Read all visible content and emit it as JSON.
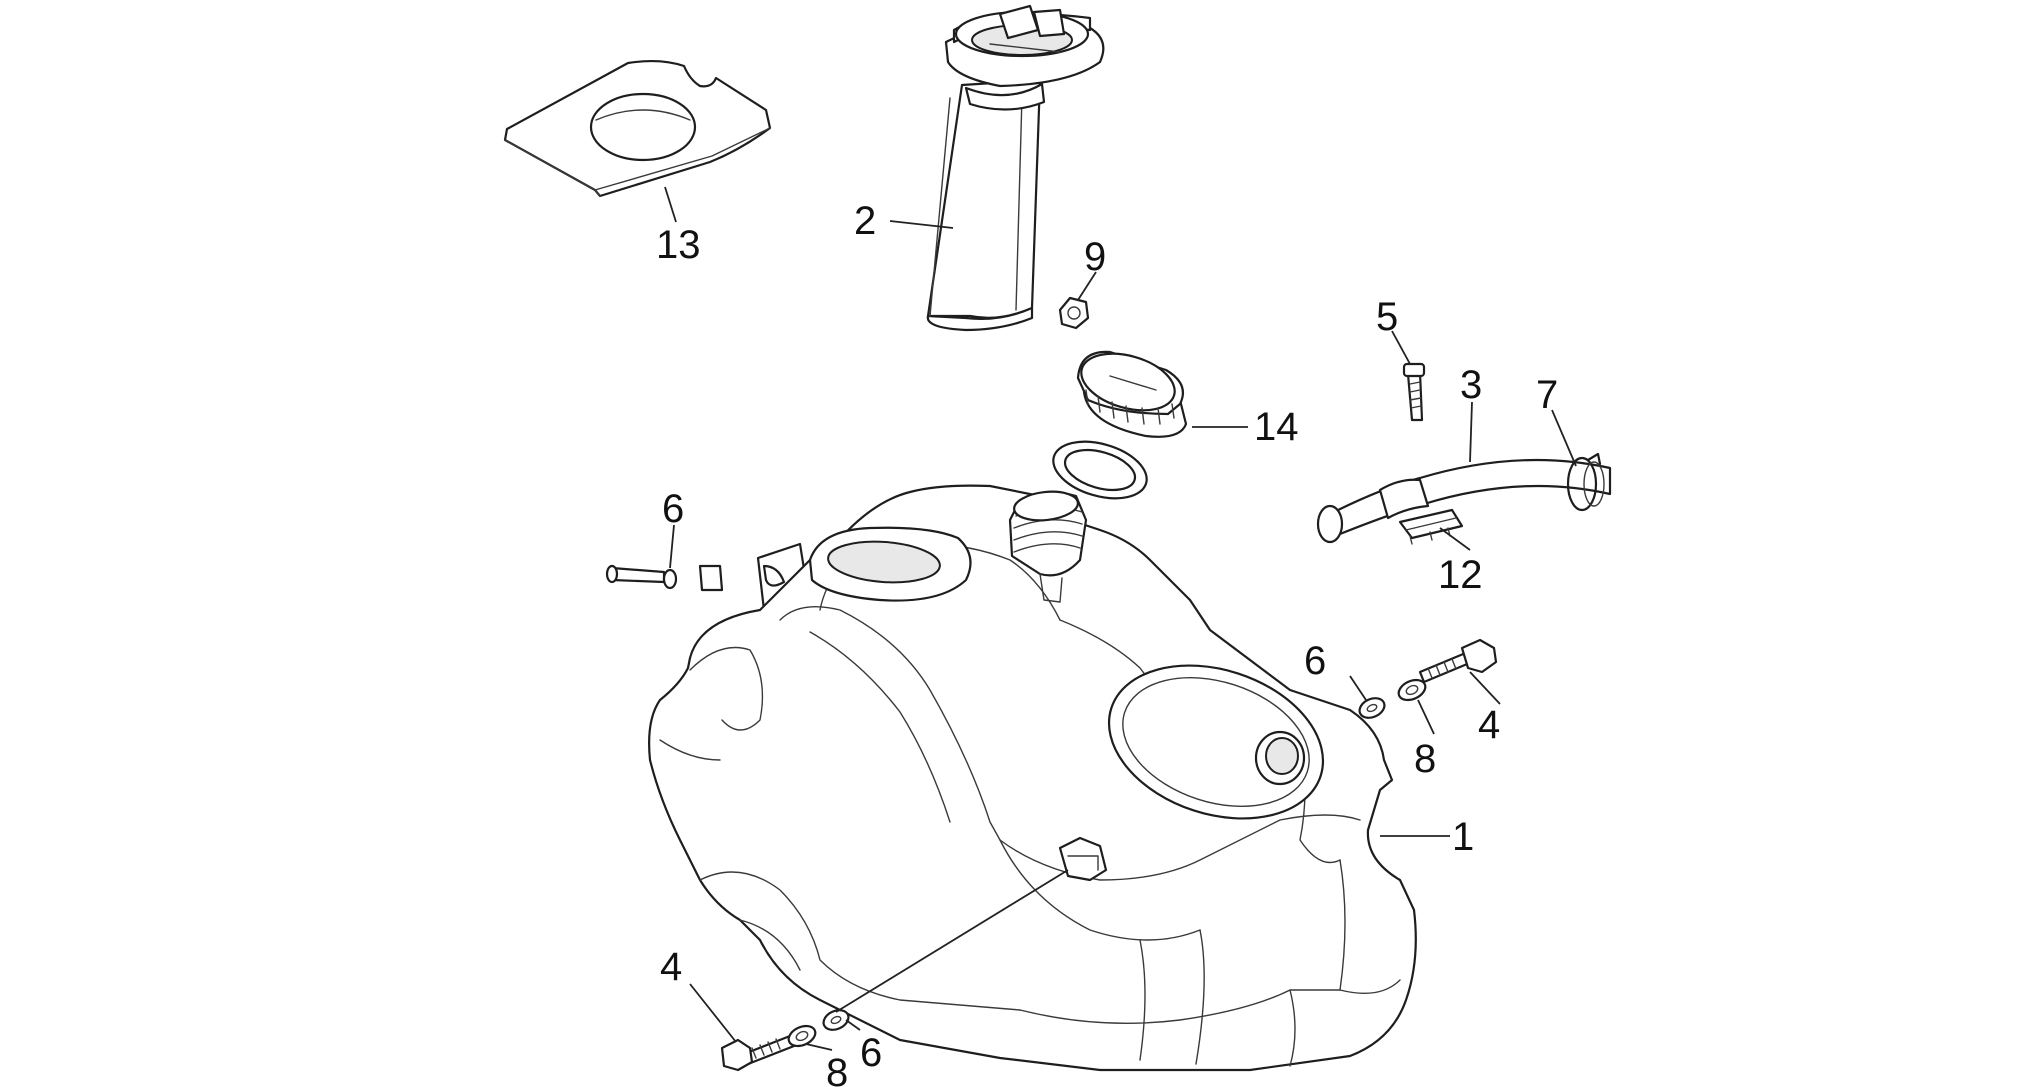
{
  "diagram": {
    "callouts": [
      {
        "id": "c13",
        "text": "13"
      },
      {
        "id": "c2",
        "text": "2"
      },
      {
        "id": "c9",
        "text": "9"
      },
      {
        "id": "c14",
        "text": "14"
      },
      {
        "id": "c5",
        "text": "5"
      },
      {
        "id": "c3",
        "text": "3"
      },
      {
        "id": "c7",
        "text": "7"
      },
      {
        "id": "c12",
        "text": "12"
      },
      {
        "id": "c6a",
        "text": "6"
      },
      {
        "id": "c6b",
        "text": "6"
      },
      {
        "id": "c4a",
        "text": "4"
      },
      {
        "id": "c8a",
        "text": "8"
      },
      {
        "id": "c1",
        "text": "1"
      },
      {
        "id": "c4b",
        "text": "4"
      },
      {
        "id": "c6c",
        "text": "6"
      },
      {
        "id": "c8b",
        "text": "8"
      }
    ]
  }
}
